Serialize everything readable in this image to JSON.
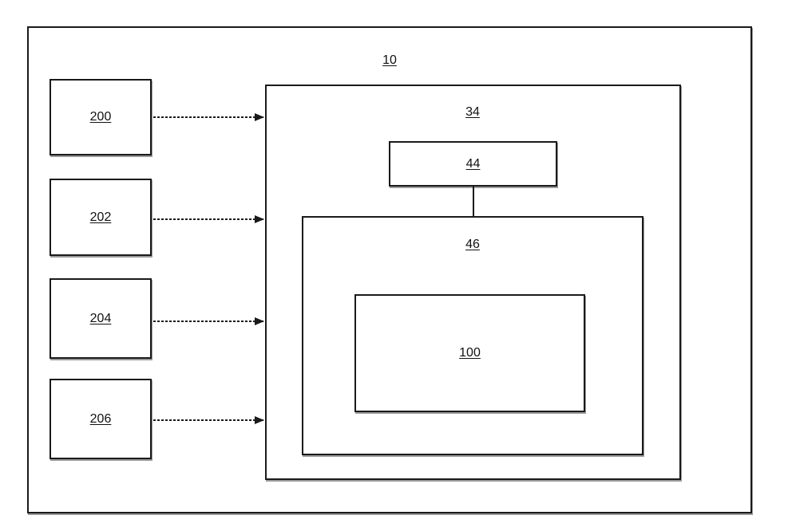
{
  "diagram": {
    "outer_label": "10",
    "container_label": "34",
    "top_block_label": "44",
    "middle_block_label": "46",
    "inner_block_label": "100",
    "inputs": [
      "200",
      "202",
      "204",
      "206"
    ]
  },
  "colors": {
    "stroke": "#1a1a1a",
    "shadow": "#9a9a9a",
    "background": "#ffffff"
  }
}
